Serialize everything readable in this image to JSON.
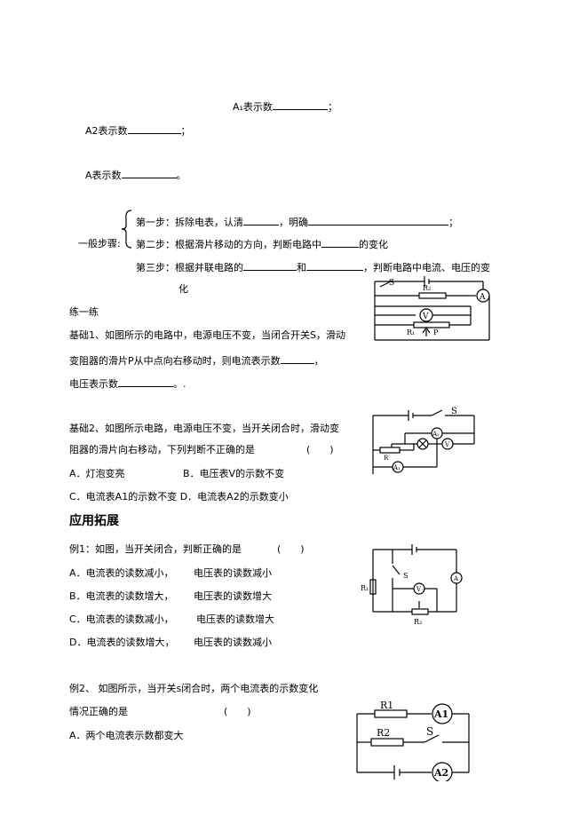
{
  "meters": {
    "a1": "A₁表示数",
    "a2": "A2表示数",
    "a": "A表示数",
    "semi": "；",
    "period": "。"
  },
  "steps": {
    "label": "一般步骤:",
    "step1_a": "第一步：拆除电表，认清",
    "step1_b": "，明确",
    "step1_end": "；",
    "step2_a": "第二步：根据滑片移动的方向，判断电路中",
    "step2_b": "的变化",
    "step3_a": "第三步：根据并联电路的",
    "step3_b": "和",
    "step3_c": "，判断电路中电流、电压的变",
    "step3_d": "化"
  },
  "practice": {
    "heading": "练一练",
    "q1_line1": "基础1、如图所示的电路中，电源电压不变，当闭合开关S，滑动",
    "q1_line2": "变阻器的滑片P从中点向右移动时，则电流表示数",
    "q1_line2_end": "，",
    "q1_line3": "电压表示数",
    "q1_line3_end": "。.",
    "q2_line1": "基础2、如图所示电路，电源电压不变，当开关闭合时，滑动变",
    "q2_line2": "阻器的滑片向右移动，下列判断不正确的是",
    "q2_paren": "(　　)",
    "q2_opt_a": "A．灯泡变亮",
    "q2_opt_b": "B．电压表V的示数不变",
    "q2_opt_cd": "C．电流表A1的示数不变  D．电流表A2的示数变小"
  },
  "apply": {
    "heading": "应用拓展",
    "ex1_stem": "例1：如图，当开关闭合，判断正确的是",
    "ex1_paren": "(　　)",
    "ex1_options": [
      {
        "cur": "A．电流表的读数减小，",
        "vol": "电压表的读数减小"
      },
      {
        "cur": "B．电流表的读数增大，",
        "vol": "电压表的读数增大"
      },
      {
        "cur": "C．电流表的读数减小，",
        "vol": "电压表的读数增大"
      },
      {
        "cur": "D．电流表的读数增大，",
        "vol": "电压表的读数减小"
      }
    ],
    "ex2_line1": "例2、 如图所示，当开关s闭合时，两个电流表的示数变化",
    "ex2_line2": "情况正确的是",
    "ex2_paren": "(　　)",
    "ex2_opt_a": "A．两个电流表示数都变大"
  },
  "circuits": {
    "c1": {
      "s": "S",
      "r1": "R₁",
      "r2": "R₂",
      "p": "P",
      "a": "A",
      "v": "V"
    },
    "c2": {
      "s": "S",
      "a2": "A₂",
      "v": "V",
      "a1": "A₁",
      "r": "R"
    },
    "c3": {
      "s": "S",
      "r1": "R₁",
      "r2": "R₂",
      "v": "V",
      "a": "A"
    },
    "c4": {
      "r1": "R1",
      "r2": "R2",
      "s": "S",
      "a1": "A1",
      "a2": "A2"
    }
  }
}
